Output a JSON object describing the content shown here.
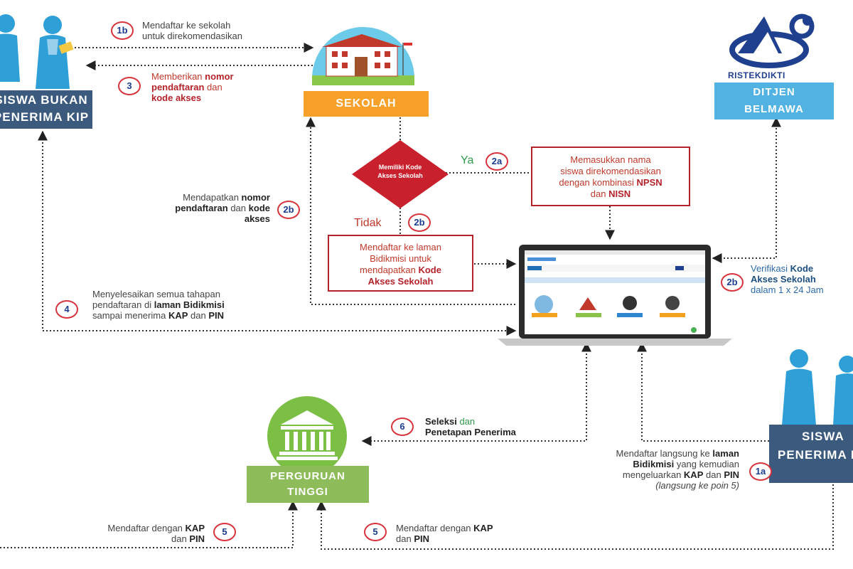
{
  "boxes": {
    "non_kip": [
      "SISWA BUKAN",
      "PENERIMA KIP"
    ],
    "sekolah": "SEKOLAH",
    "ditjen": [
      "DITJEN",
      "BELMAWA"
    ],
    "ristek_logo": "RISTEKDIKTI",
    "kip": [
      "SISWA",
      "PENERIMA KIP"
    ],
    "perguruan": [
      "PERGURUAN",
      "TINGGI"
    ]
  },
  "decision": [
    "Memiliki Kode",
    "Akses Sekolah"
  ],
  "branch": {
    "yes": "Ya",
    "no": "Tidak"
  },
  "steps": {
    "s1b": {
      "num": "1b",
      "text": [
        "Mendaftar ke sekolah",
        "untuk direkomendasikan"
      ]
    },
    "s3": {
      "num": "3",
      "text": [
        "Memberikan",
        "nomor",
        "pendaftaran",
        "dan",
        "kode akses"
      ]
    },
    "s2a": {
      "num": "2a",
      "text": [
        "Memasukkan nama",
        "siswa direkomendasikan",
        "dengan kombinasi",
        "NPSN",
        "dan",
        "NISN"
      ]
    },
    "s2b_left": {
      "num": "2b",
      "text": [
        "Mendapatkan",
        "nomor",
        "pendaftaran",
        "dan",
        "kode",
        "akses"
      ]
    },
    "s2b_tidak": {
      "num": "2b",
      "text": [
        "Mendaftar ke laman",
        "Bidikmisi untuk",
        "mendapatkan",
        "Kode",
        "Akses Sekolah"
      ]
    },
    "s2b_right": {
      "num": "2b",
      "text": [
        "Verifikasi",
        "Kode",
        "Akses Sekolah",
        "dalam 1 x 24 Jam"
      ]
    },
    "s4": {
      "num": "4",
      "text": [
        "Menyelesaikan semua tahapan",
        "pendaftaran di",
        "laman Bidikmisi",
        "sampai menerima",
        "KAP",
        "dan",
        "PIN"
      ]
    },
    "s6": {
      "num": "6",
      "text": [
        "Seleksi",
        "dan",
        "Penetapan Penerima"
      ]
    },
    "s1a": {
      "num": "1a",
      "text": [
        "Mendaftar langsung ke",
        "laman",
        "Bidikmisi",
        "yang kemudian",
        "mengeluarkan",
        "KAP",
        "dan",
        "PIN",
        "(langsung ke poin 5)"
      ]
    },
    "s5_left": {
      "num": "5",
      "text": [
        "Mendaftar dengan",
        "KAP",
        "dan",
        "PIN"
      ]
    },
    "s5_right": {
      "num": "5",
      "text": [
        "Mendaftar dengan",
        "KAP",
        "dan",
        "PIN"
      ]
    }
  },
  "colors": {
    "dark_blue": "#3b5a7d",
    "orange": "#f7a12b",
    "light_blue": "#52b3e3",
    "green": "#8fbc5a",
    "red": "#b5232b"
  }
}
